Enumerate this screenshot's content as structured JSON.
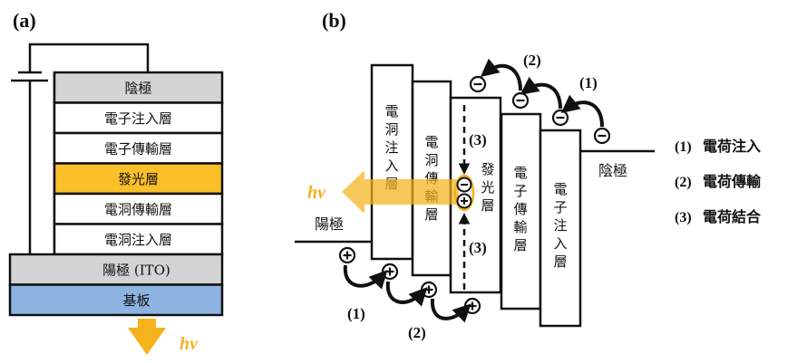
{
  "panel_a": {
    "label": "(a)",
    "layers": [
      {
        "name": "陰極",
        "color": "#d4d4d4"
      },
      {
        "name": "電子注入層",
        "color": "#ffffff"
      },
      {
        "name": "電子傳輸層",
        "color": "#ffffff"
      },
      {
        "name": "發光層",
        "color": "#fbbf2a"
      },
      {
        "name": "電洞傳輸層",
        "color": "#ffffff"
      },
      {
        "name": "電洞注入層",
        "color": "#ffffff"
      }
    ],
    "anode": {
      "name": "陽極 (ITO)",
      "color": "#d4d4d4"
    },
    "substrate": {
      "name": "基板",
      "color": "#8db3e0"
    },
    "emission_label": "hv"
  },
  "panel_b": {
    "label": "(b)",
    "anode_label": "陽極",
    "cathode_label": "陰極",
    "emission_label": "hv",
    "layers": [
      {
        "id": "hil",
        "chars": [
          "電",
          "洞",
          "注",
          "入",
          "層"
        ]
      },
      {
        "id": "htl",
        "chars": [
          "電",
          "洞",
          "傳",
          "輸",
          "層"
        ]
      },
      {
        "id": "eml",
        "chars": [
          "發",
          "光",
          "層"
        ]
      },
      {
        "id": "etl",
        "chars": [
          "電",
          "子",
          "傳",
          "輸",
          "層"
        ]
      },
      {
        "id": "eil",
        "chars": [
          "電",
          "子",
          "注",
          "入",
          "層"
        ]
      }
    ],
    "electron_symbol": "⊖",
    "hole_symbol": "⊕",
    "step_labels": {
      "electron_injection": "(1)",
      "electron_transport": "(2)",
      "hole_injection": "(1)",
      "hole_transport": "(2)",
      "recombination_top": "(3)",
      "recombination_bottom": "(3)"
    }
  },
  "legend": [
    {
      "num": "(1)",
      "text": "電荷注入"
    },
    {
      "num": "(2)",
      "text": "電荷傳輸"
    },
    {
      "num": "(3)",
      "text": "電荷結合"
    }
  ],
  "colors": {
    "emission": "#f5b21c",
    "outline": "#111111"
  }
}
